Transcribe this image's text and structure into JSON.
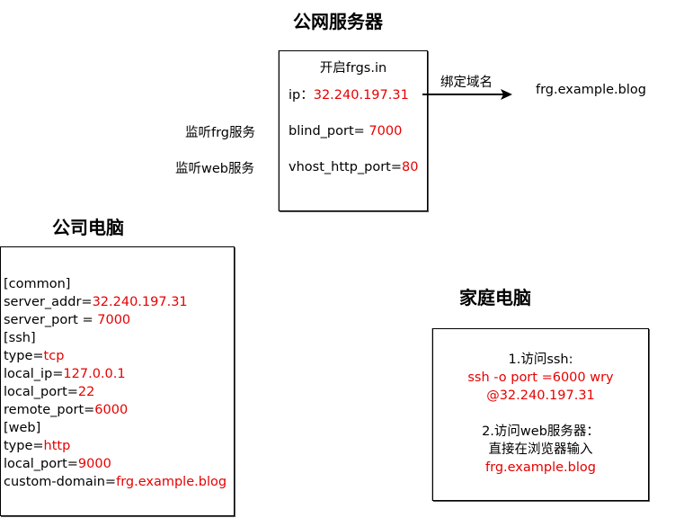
{
  "public_server": {
    "title": "公网服务器",
    "box_title": "开启frgs.in",
    "ip_key": "ip：",
    "ip_value": "32.240.197.31",
    "bind_port_key": "blind_port=",
    "bind_port_value": " 7000",
    "vhost_key": "vhost_http_port=",
    "vhost_value": "80",
    "label_frg": "监听frg服务",
    "label_web": "监听web服务"
  },
  "arrow": {
    "label": "绑定域名",
    "target": "frg.example.blog"
  },
  "company_pc": {
    "title": "公司电脑",
    "lines": [
      {
        "key": "[common]",
        "value": ""
      },
      {
        "key": "server_addr=",
        "value": "32.240.197.31"
      },
      {
        "key": "server_port = ",
        "value": "7000"
      },
      {
        "key": "[ssh]",
        "value": ""
      },
      {
        "key": "type=",
        "value": "tcp"
      },
      {
        "key": "local_ip=",
        "value": "127.0.0.1"
      },
      {
        "key": "local_port=",
        "value": "22"
      },
      {
        "key": "remote_port=",
        "value": "6000"
      },
      {
        "key": "[web]",
        "value": ""
      },
      {
        "key": "type=",
        "value": "http"
      },
      {
        "key": "local_port=",
        "value": "9000"
      },
      {
        "key": "custom-domain=",
        "value": "frg.example.blog"
      }
    ]
  },
  "home_pc": {
    "title": "家庭电脑",
    "ssh_heading": "1.访问ssh:",
    "ssh_cmd_1": "ssh -o port =6000 wry",
    "ssh_cmd_2": "@32.240.197.31",
    "web_heading": "2.访问web服务器：",
    "web_hint": "直接在浏览器输入",
    "web_url": "frg.example.blog"
  }
}
